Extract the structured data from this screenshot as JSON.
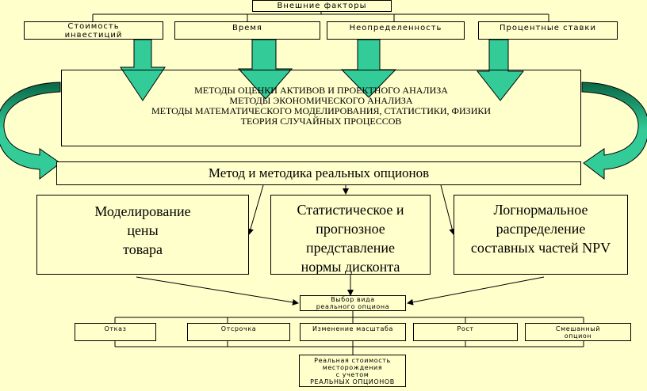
{
  "top": {
    "title": "Внешние факторы"
  },
  "factors": [
    {
      "label": "Стоимость\nинвестиций"
    },
    {
      "label": "Время"
    },
    {
      "label": "Неопределенность"
    },
    {
      "label": "Процентные ставки"
    }
  ],
  "methods": {
    "line1": "МЕТОДЫ ОЦЕНКИ АКТИВОВ И ПРОЕКТНОГО АНАЛИЗА",
    "line2": "МЕТОДЫ ЭКОНОМИЧЕСКОГО АНАЛИЗА",
    "line3": "МЕТОДЫ МАТЕМАТИЧЕСКОГО МОДЕЛИРОВАНИЯ, СТАТИСТИКИ, ФИЗИКИ",
    "line4": "ТЕОРИЯ СЛУЧАЙНЫХ ПРОЦЕССОВ"
  },
  "real_options_method": "Метод и методика реальных опционов",
  "components": [
    {
      "label": "Моделирование\nцены\nтовара"
    },
    {
      "label": "Статистическое и\nпрогнозное\nпредставление\nнормы дисконта"
    },
    {
      "label": "Логнормальное\nраспределение\nсоставных частей NPV"
    }
  ],
  "choice": {
    "label": "Выбор вида\nреального опциона"
  },
  "option_types": [
    {
      "label": "Отказ"
    },
    {
      "label": "Отсрочка"
    },
    {
      "label": "Изменение масштаба"
    },
    {
      "label": "Рост"
    },
    {
      "label": "Смешанный\nопцион"
    }
  ],
  "result": {
    "label": "Реальная стоимость\nместорождения\nс учетом\nРЕАЛЬНЫХ ОПЦИОНОВ"
  },
  "colors": {
    "background": "#ffffcc",
    "arrow_fill": "#33cc99",
    "arrow_fill_dark": "#1a9966",
    "line": "#000000"
  }
}
